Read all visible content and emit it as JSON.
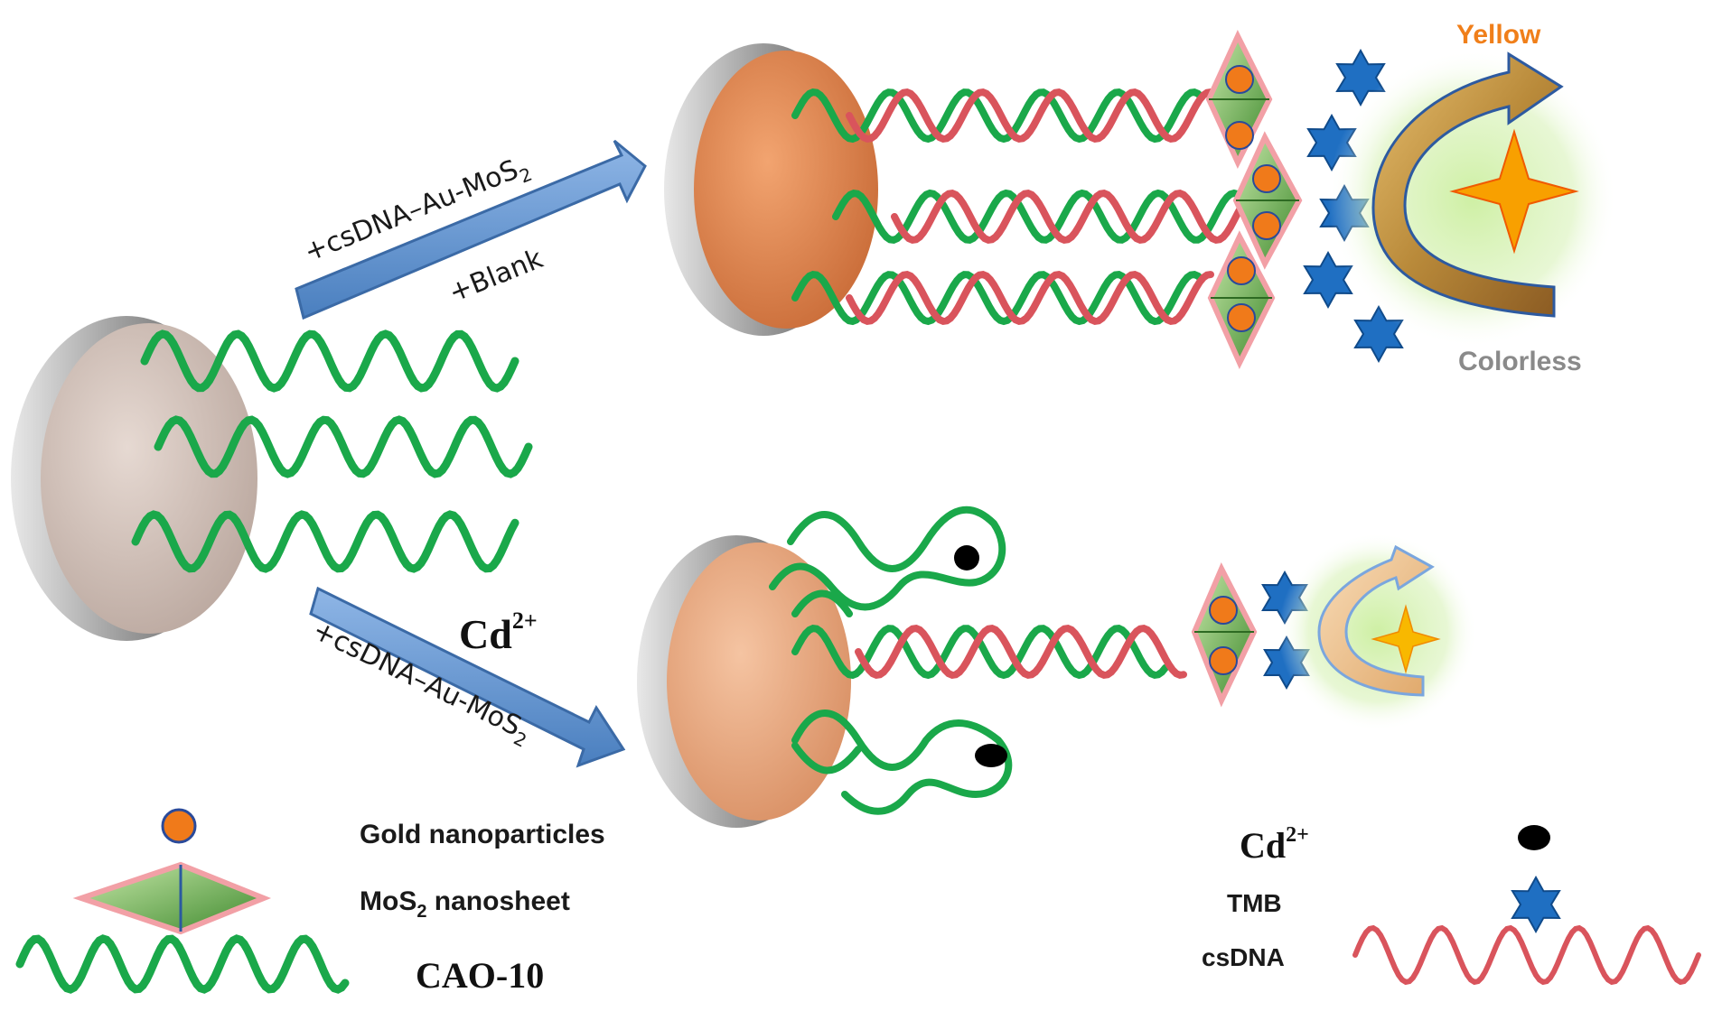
{
  "arrows": {
    "top_line1": "+csDNA–Au-MoS",
    "top_line1_sub": "2",
    "top_line2": "+Blank",
    "bottom_line1": "+csDNA–Au-MoS",
    "bottom_line1_sub": "2",
    "bottom_ion": "Cd",
    "bottom_ion_sup": "2+"
  },
  "result": {
    "yellow": "Yellow",
    "colorless": "Colorless"
  },
  "legend": {
    "gold": "Gold nanoparticles",
    "mos2_prefix": "MoS",
    "mos2_sub": "2",
    "mos2_suffix": " nanosheet",
    "cao": "CAO-10",
    "cd": "Cd",
    "cd_sup": "2+",
    "tmb": "TMB",
    "csdna": "csDNA"
  },
  "colors": {
    "cao_strand": "#1aa84a",
    "csdna_strand": "#d9545c",
    "gold": "#f07a1a",
    "mos2": "#4c9a3a",
    "tmb": "#1f6fc2",
    "arrow": "#5b8fcc",
    "yellow_text": "#f07f1a",
    "colorless_text": "#8a8a8a",
    "electrode_gray": "#cdbcb4",
    "electrode_orange": "#e3895a"
  }
}
